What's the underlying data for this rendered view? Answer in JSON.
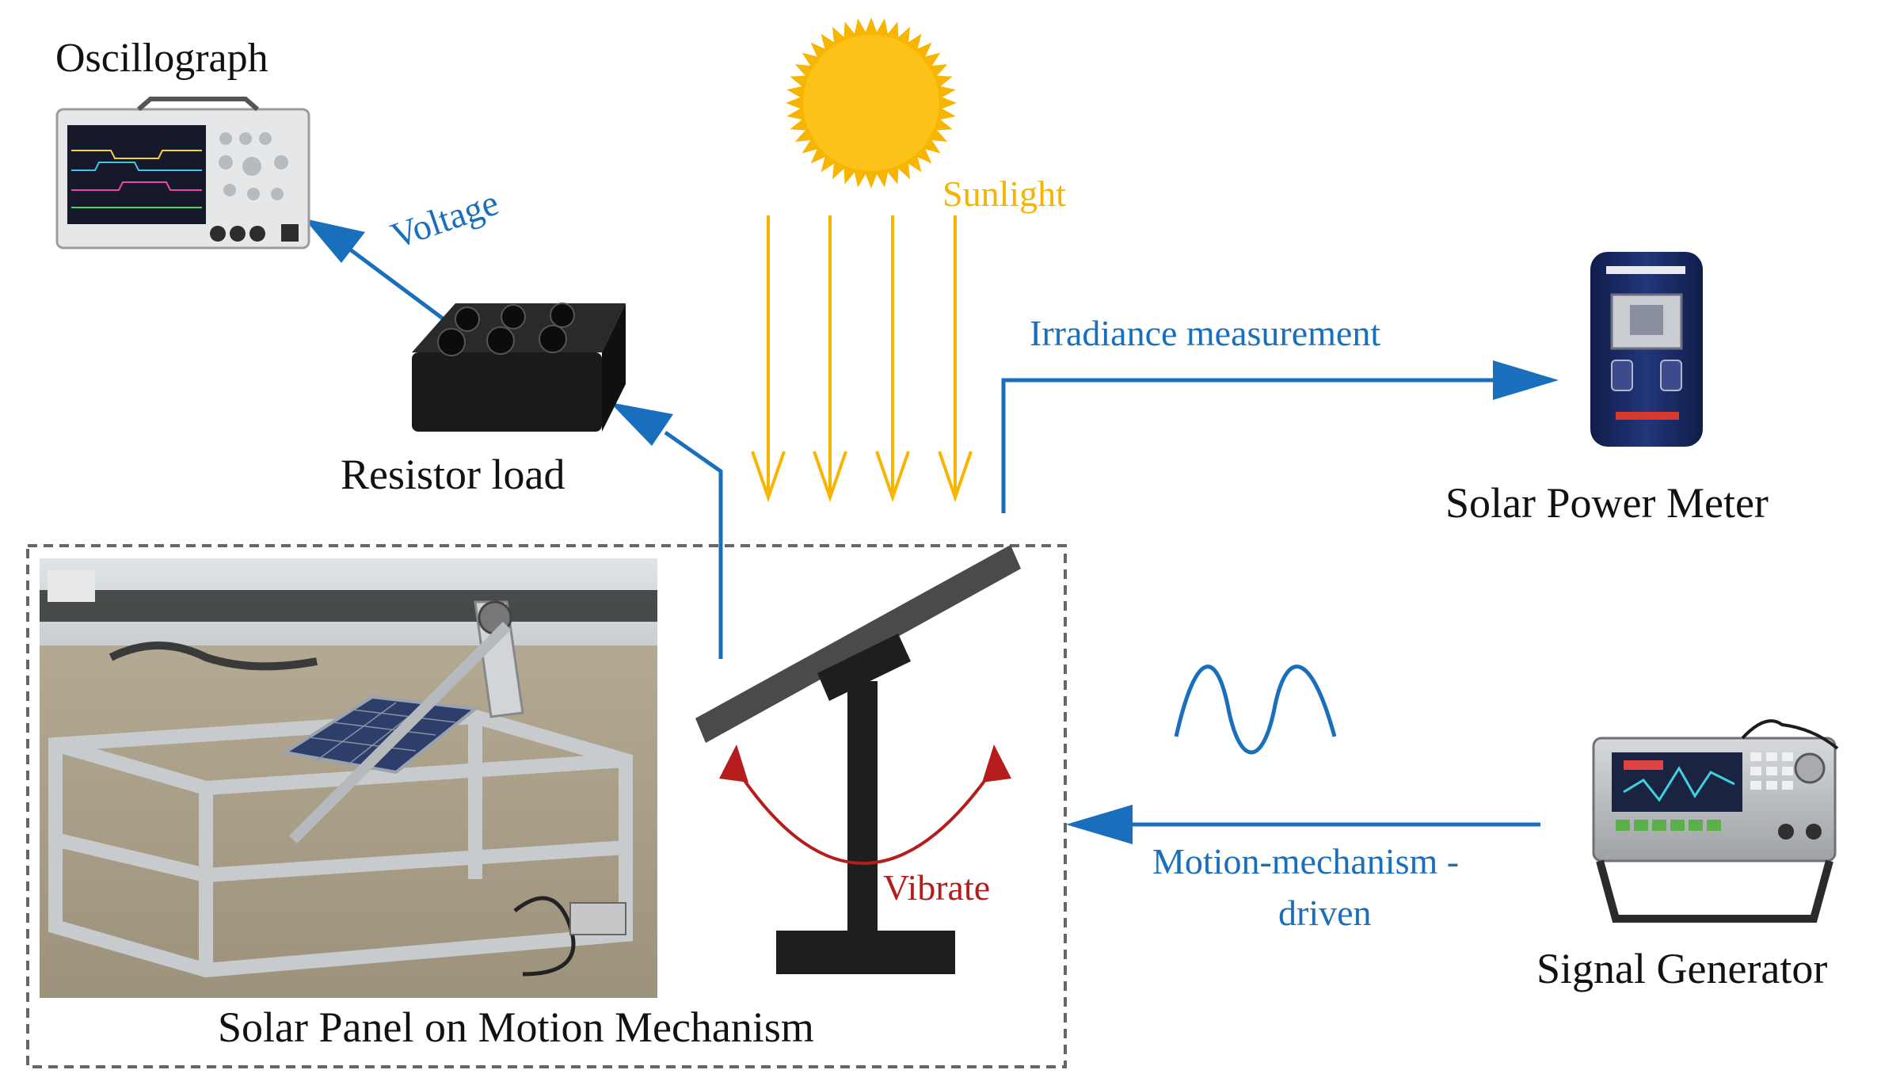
{
  "labels": {
    "oscillograph": "Oscillograph",
    "voltage": "Voltage",
    "sunlight": "Sunlight",
    "irradiance": "Irradiance measurement",
    "resistor_load": "Resistor load",
    "solar_power_meter": "Solar Power Meter",
    "motion_driven_line1": "Motion-mechanism -",
    "motion_driven_line2": "driven",
    "vibrate": "Vibrate",
    "signal_generator": "Signal Generator",
    "solar_panel_caption": "Solar Panel on Motion Mechanism"
  },
  "colors": {
    "blue_arrow": "#1a6fbd",
    "sun_yellow": "#f7b500",
    "vibrate_red": "#b51c1c",
    "panel_gray": "#4a4a4a",
    "stand_black": "#1e1e1e",
    "dashed_border": "#666666"
  },
  "icons": {
    "sun": "sun-icon",
    "oscilloscope": "oscilloscope-icon",
    "resistor_box": "resistor-box-icon",
    "power_meter": "solar-power-meter-icon",
    "signal_generator": "signal-generator-icon",
    "sine_wave": "sine-wave-icon",
    "photo": "solar-panel-rig-photo"
  }
}
